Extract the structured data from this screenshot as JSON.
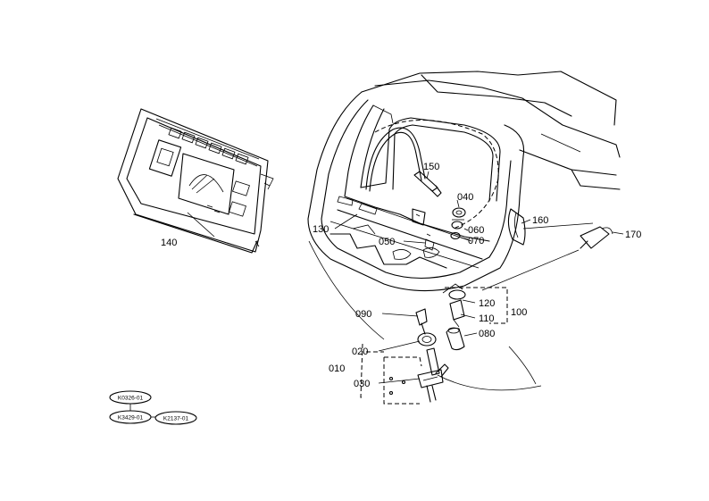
{
  "callouts": {
    "c010": "010",
    "c020": "020",
    "c030": "030",
    "c050": "050",
    "c060": "060",
    "c070": "070",
    "c040": "040",
    "c080": "080",
    "c090": "090",
    "c100": "100",
    "c110": "110",
    "c120": "120",
    "c130": "130",
    "c140": "140",
    "c150": "150",
    "c160": "160",
    "c170": "170"
  },
  "references": {
    "r1": "K0326-01",
    "r2": "K3429-01",
    "r3": "K2137-01"
  }
}
